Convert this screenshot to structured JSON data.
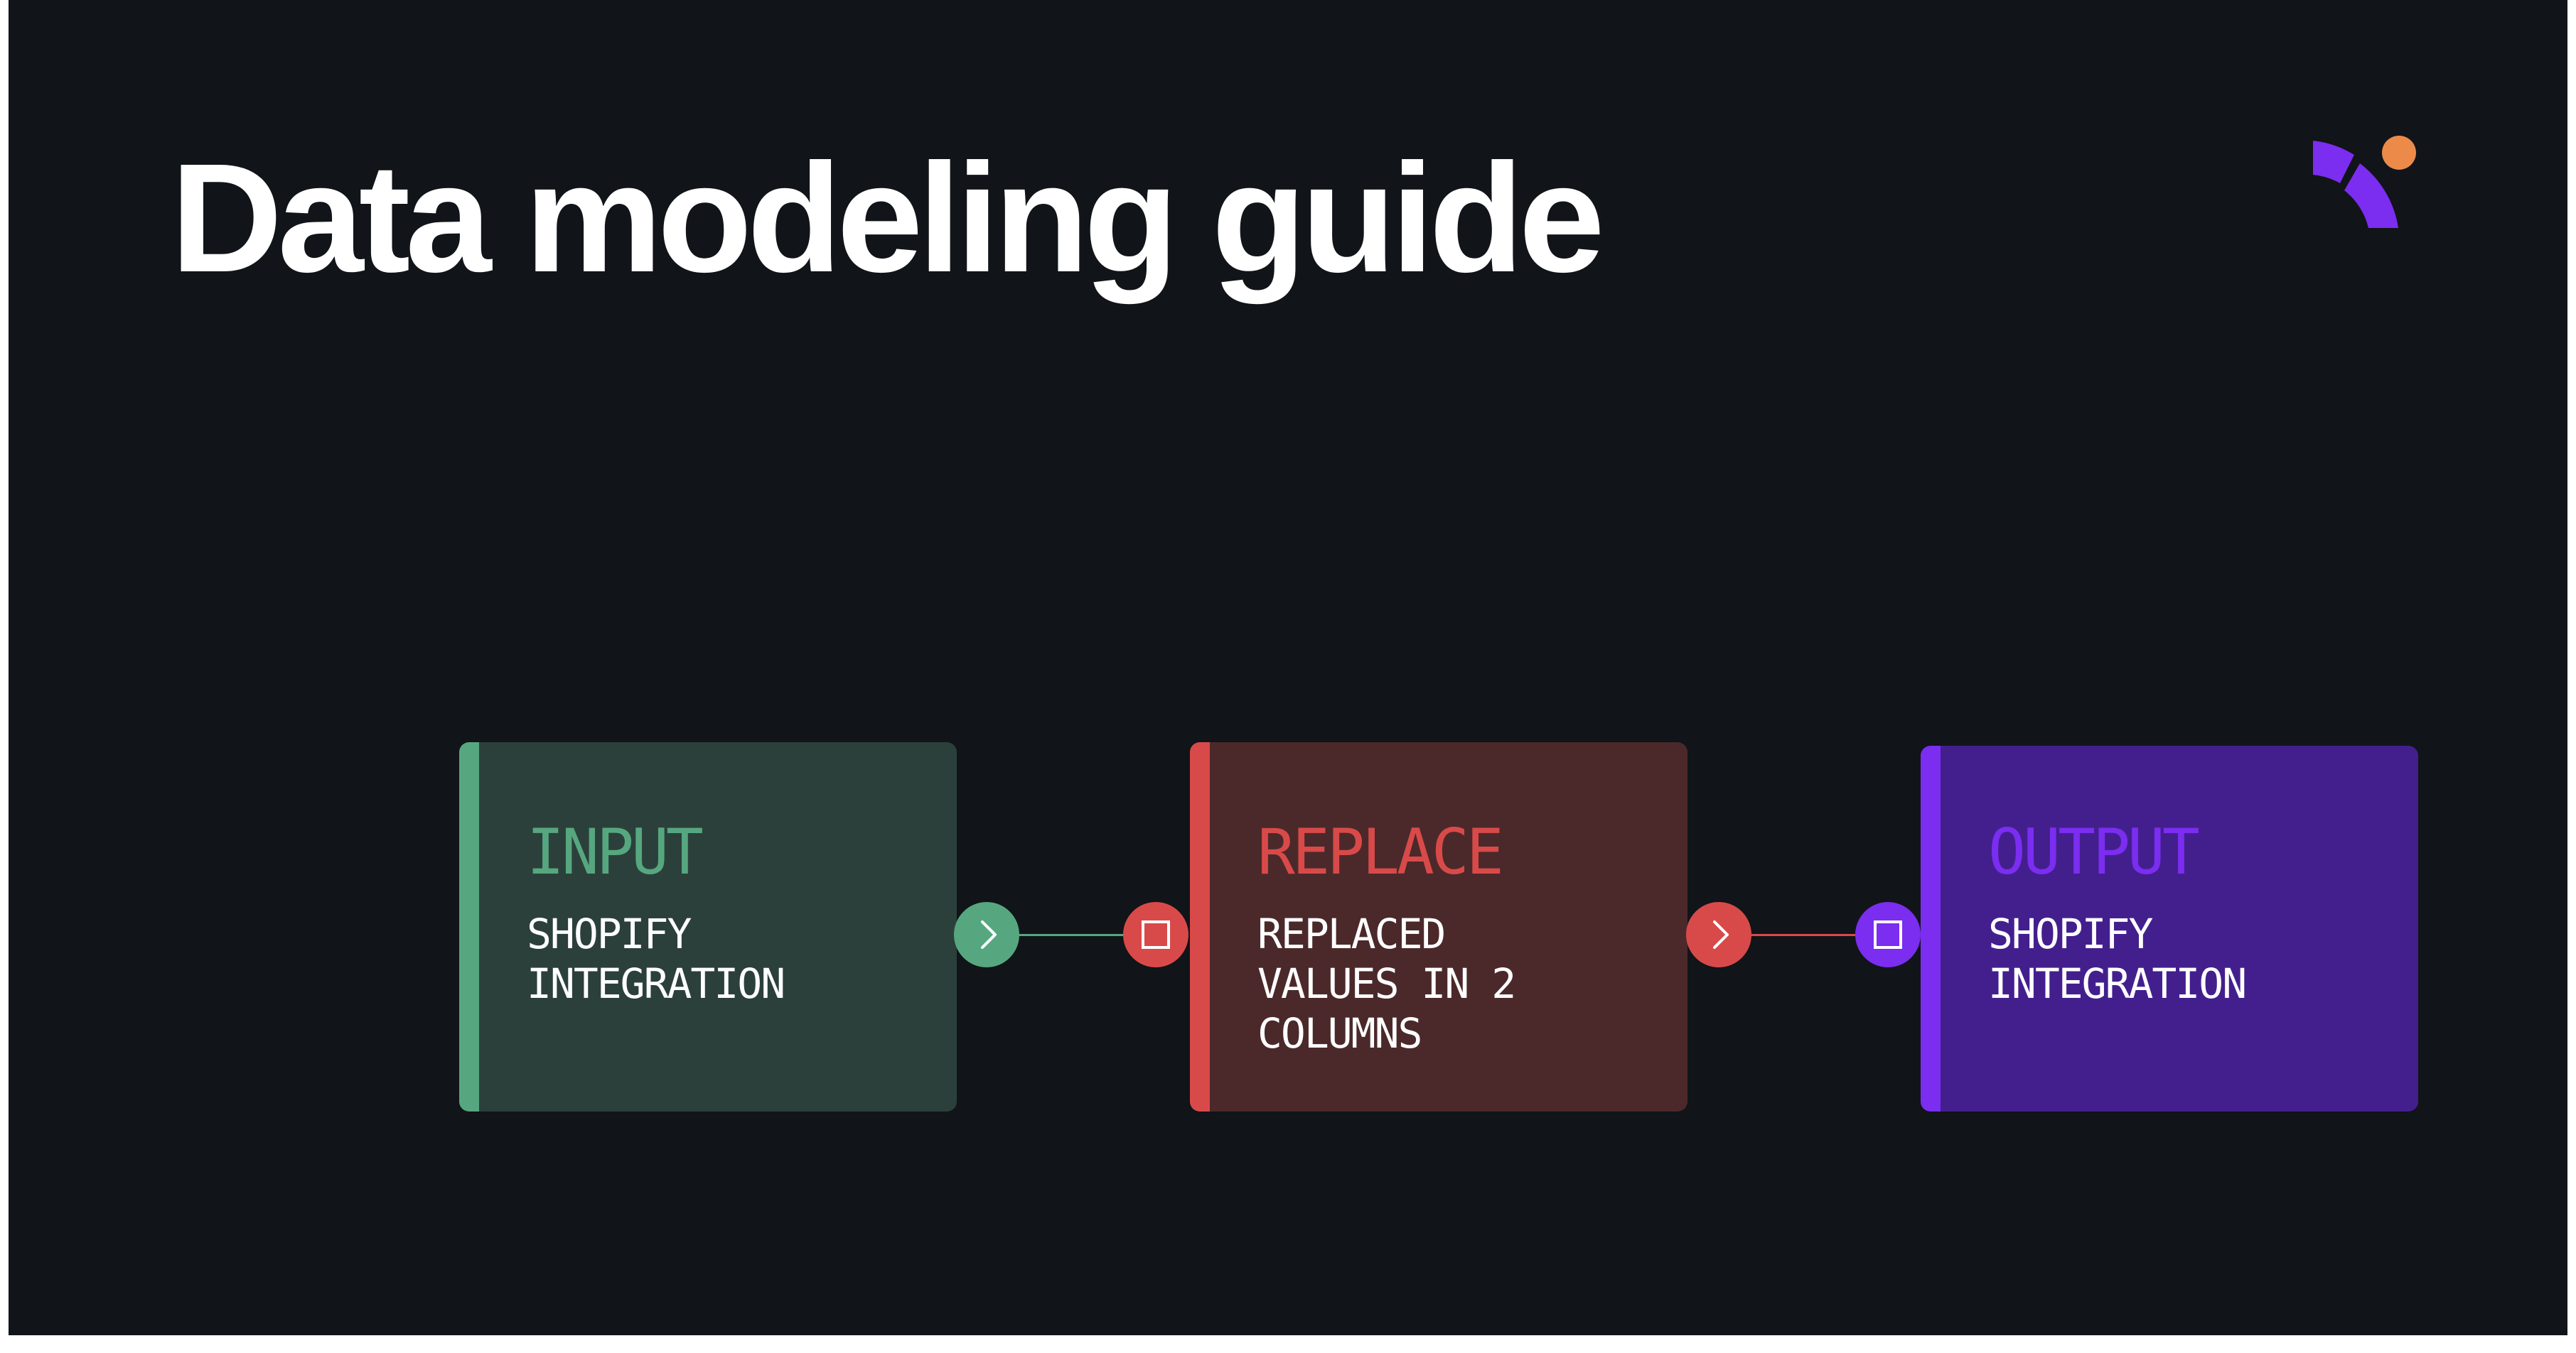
{
  "title": "Data modeling guide",
  "colors": {
    "background": "#111418",
    "input_accent": "#56a77f",
    "input_fill": "#2c403b",
    "replace_accent": "#d84a49",
    "replace_fill": "#4b292a",
    "output_accent": "#7b2df0",
    "output_fill": "#431f8e",
    "logo_purple": "#7b2df0",
    "logo_orange": "#ec8a4a"
  },
  "logo": {
    "icon": "brand-logo-icon"
  },
  "nodes": [
    {
      "heading": "INPUT",
      "body": "SHOPIFY\nINTEGRATION"
    },
    {
      "heading": "REPLACE",
      "body": "REPLACED\nVALUES IN 2\nCOLUMNS"
    },
    {
      "heading": "OUTPUT",
      "body": "SHOPIFY\nINTEGRATION"
    }
  ],
  "ports": [
    {
      "icon": "chevron-right-icon"
    },
    {
      "icon": "square-icon"
    },
    {
      "icon": "chevron-right-icon"
    },
    {
      "icon": "square-icon"
    }
  ]
}
